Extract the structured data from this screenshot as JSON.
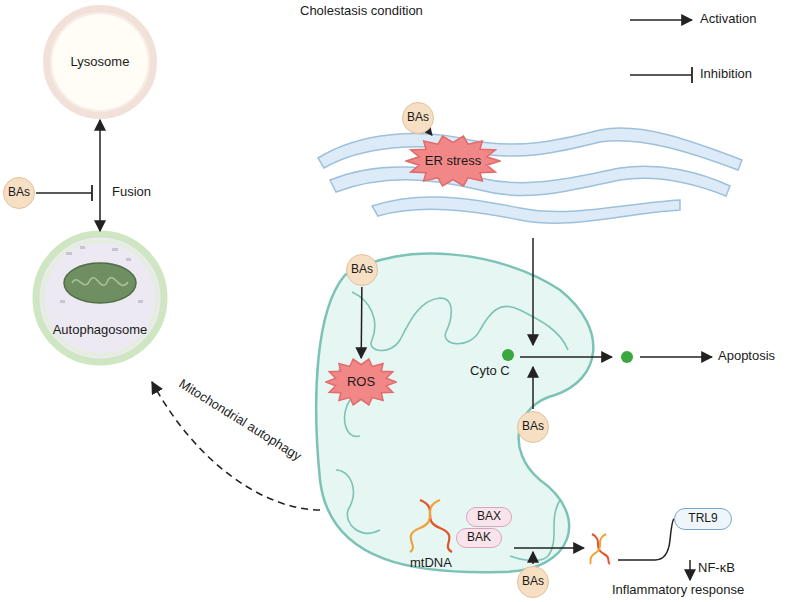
{
  "diagram": {
    "title": "Cholestasis condition",
    "nodes": [
      {
        "text": [
          "Lysosome"
        ]
      },
      {
        "text": [
          "Autophagosome"
        ]
      },
      {
        "text": [
          "BAs"
        ]
      },
      {
        "text": [
          "BAs"
        ]
      },
      {
        "text": [
          "ER stress"
        ]
      },
      {
        "text": [
          "BAs"
        ]
      },
      {
        "text": [
          "ROS"
        ]
      },
      {
        "text": [
          "BAs"
        ]
      },
      {
        "text": [
          "BAX"
        ]
      },
      {
        "text": [
          "BAK"
        ]
      },
      {
        "text": [
          "BAs"
        ]
      },
      {
        "text": [
          "TRL9"
        ]
      }
    ],
    "edges": [
      {
        "from": 0,
        "to": 1,
        "arrow": "both",
        "label": "Fusion"
      },
      {
        "from": 3,
        "to": 4,
        "arrow": "to"
      },
      {
        "from": 5,
        "to": 6,
        "arrow": "to"
      }
    ],
    "labels": [
      "Cyto C",
      "mtDNA",
      "Mitochondrial autophagy",
      "Apoptosis",
      "NF-κB",
      "Inflammatory response"
    ],
    "legend": [
      {
        "text": "Activation"
      },
      {
        "text": "Inhibition"
      }
    ]
  }
}
